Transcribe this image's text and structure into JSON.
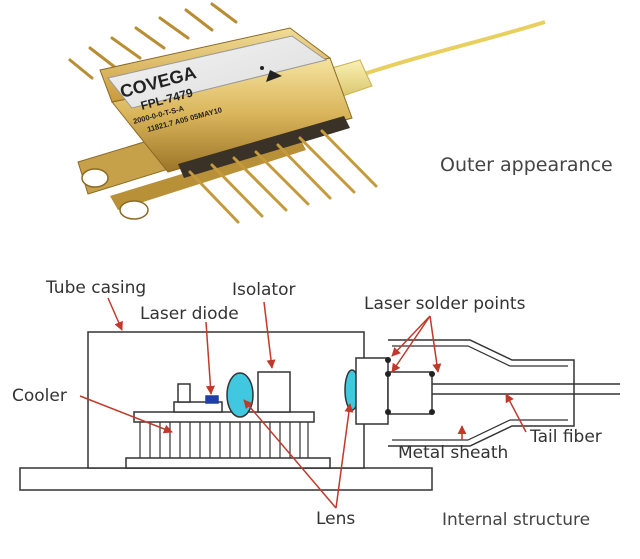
{
  "product": {
    "brand": "COVEGA",
    "model": "FPL-7479",
    "code_line": "2000-0-0-T-S-A",
    "serial_line": "11821.7   A05 05MAY10"
  },
  "captions": {
    "outer": "Outer appearance",
    "internal": "Internal structure"
  },
  "labels": {
    "tube_casing": "Tube casing",
    "laser_diode": "Laser diode",
    "isolator": "Isolator",
    "laser_solder_points": "Laser solder points",
    "cooler": "Cooler",
    "tail_fiber": "Tail fiber",
    "metal_sheath": "Metal sheath",
    "lens": "Lens"
  },
  "colors": {
    "gold_body": "#d9b45a",
    "gold_dark": "#a6802d",
    "fiber_yellow": "#f2e070",
    "leader_red": "#c0392b",
    "lens_cyan": "#40c8e0",
    "diode_blue": "#1f3fa8"
  }
}
